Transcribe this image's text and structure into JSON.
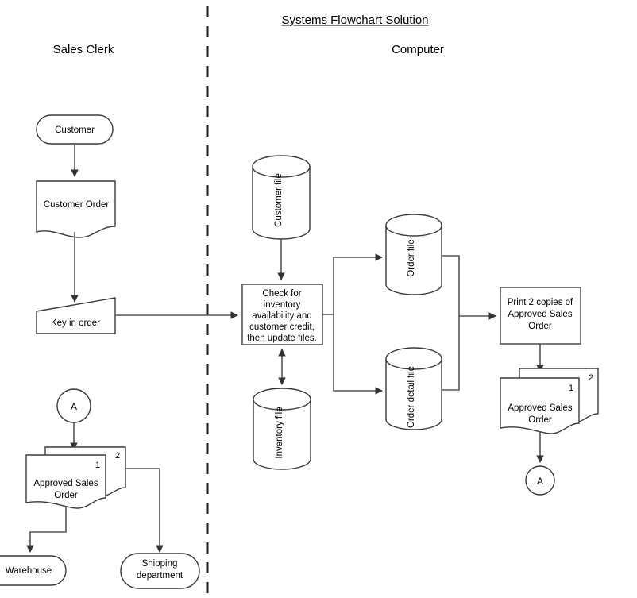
{
  "page": {
    "title": "Systems Flowchart Solution",
    "background_color": "#ffffff",
    "stroke_color": "#555555",
    "text_color": "#000000"
  },
  "lanes": [
    {
      "id": "sales-clerk",
      "label": "Sales Clerk"
    },
    {
      "id": "computer",
      "label": "Computer"
    }
  ],
  "divider": {
    "name": "lane-divider",
    "style": "dashed-vertical"
  },
  "nodes": {
    "customer": {
      "label": "Customer",
      "shape": "terminator"
    },
    "customer_order": {
      "label": "Customer Order",
      "shape": "document"
    },
    "key_in_order": {
      "label": "Key in order",
      "shape": "manual-input"
    },
    "connector_in": {
      "label": "A",
      "shape": "connector"
    },
    "approved_sales_order_left": {
      "label": "Approved Sales Order",
      "line1": "Approved Sales",
      "line2": "Order",
      "shape": "multi-document",
      "copy_front": "1",
      "copy_back": "2"
    },
    "warehouse": {
      "label": "Warehouse",
      "shape": "terminator"
    },
    "shipping_department": {
      "label": "Shipping department",
      "line1": "Shipping",
      "line2": "department",
      "shape": "terminator"
    },
    "customer_file": {
      "label": "Customer file",
      "shape": "cylinder"
    },
    "inventory_file": {
      "label": "Inventory file",
      "shape": "cylinder"
    },
    "process_check": {
      "label": "Check for inventory availability and customer credit, then update files.",
      "shape": "process",
      "lines": [
        "Check for",
        "inventory",
        "availability and",
        "customer credit,",
        "then update files."
      ]
    },
    "order_file": {
      "label": "Order file",
      "shape": "cylinder"
    },
    "order_detail_file": {
      "label": "Order detail file",
      "shape": "cylinder"
    },
    "print_copies": {
      "label": "Print 2 copies of Approved Sales Order",
      "shape": "process",
      "lines": [
        "Print 2 copies of",
        "Approved Sales",
        "Order"
      ]
    },
    "approved_sales_order_right": {
      "label": "Approved Sales Order",
      "line1": "Approved Sales",
      "line2": "Order",
      "shape": "multi-document",
      "copy_front": "1",
      "copy_back": "2"
    },
    "connector_out": {
      "label": "A",
      "shape": "connector"
    }
  }
}
